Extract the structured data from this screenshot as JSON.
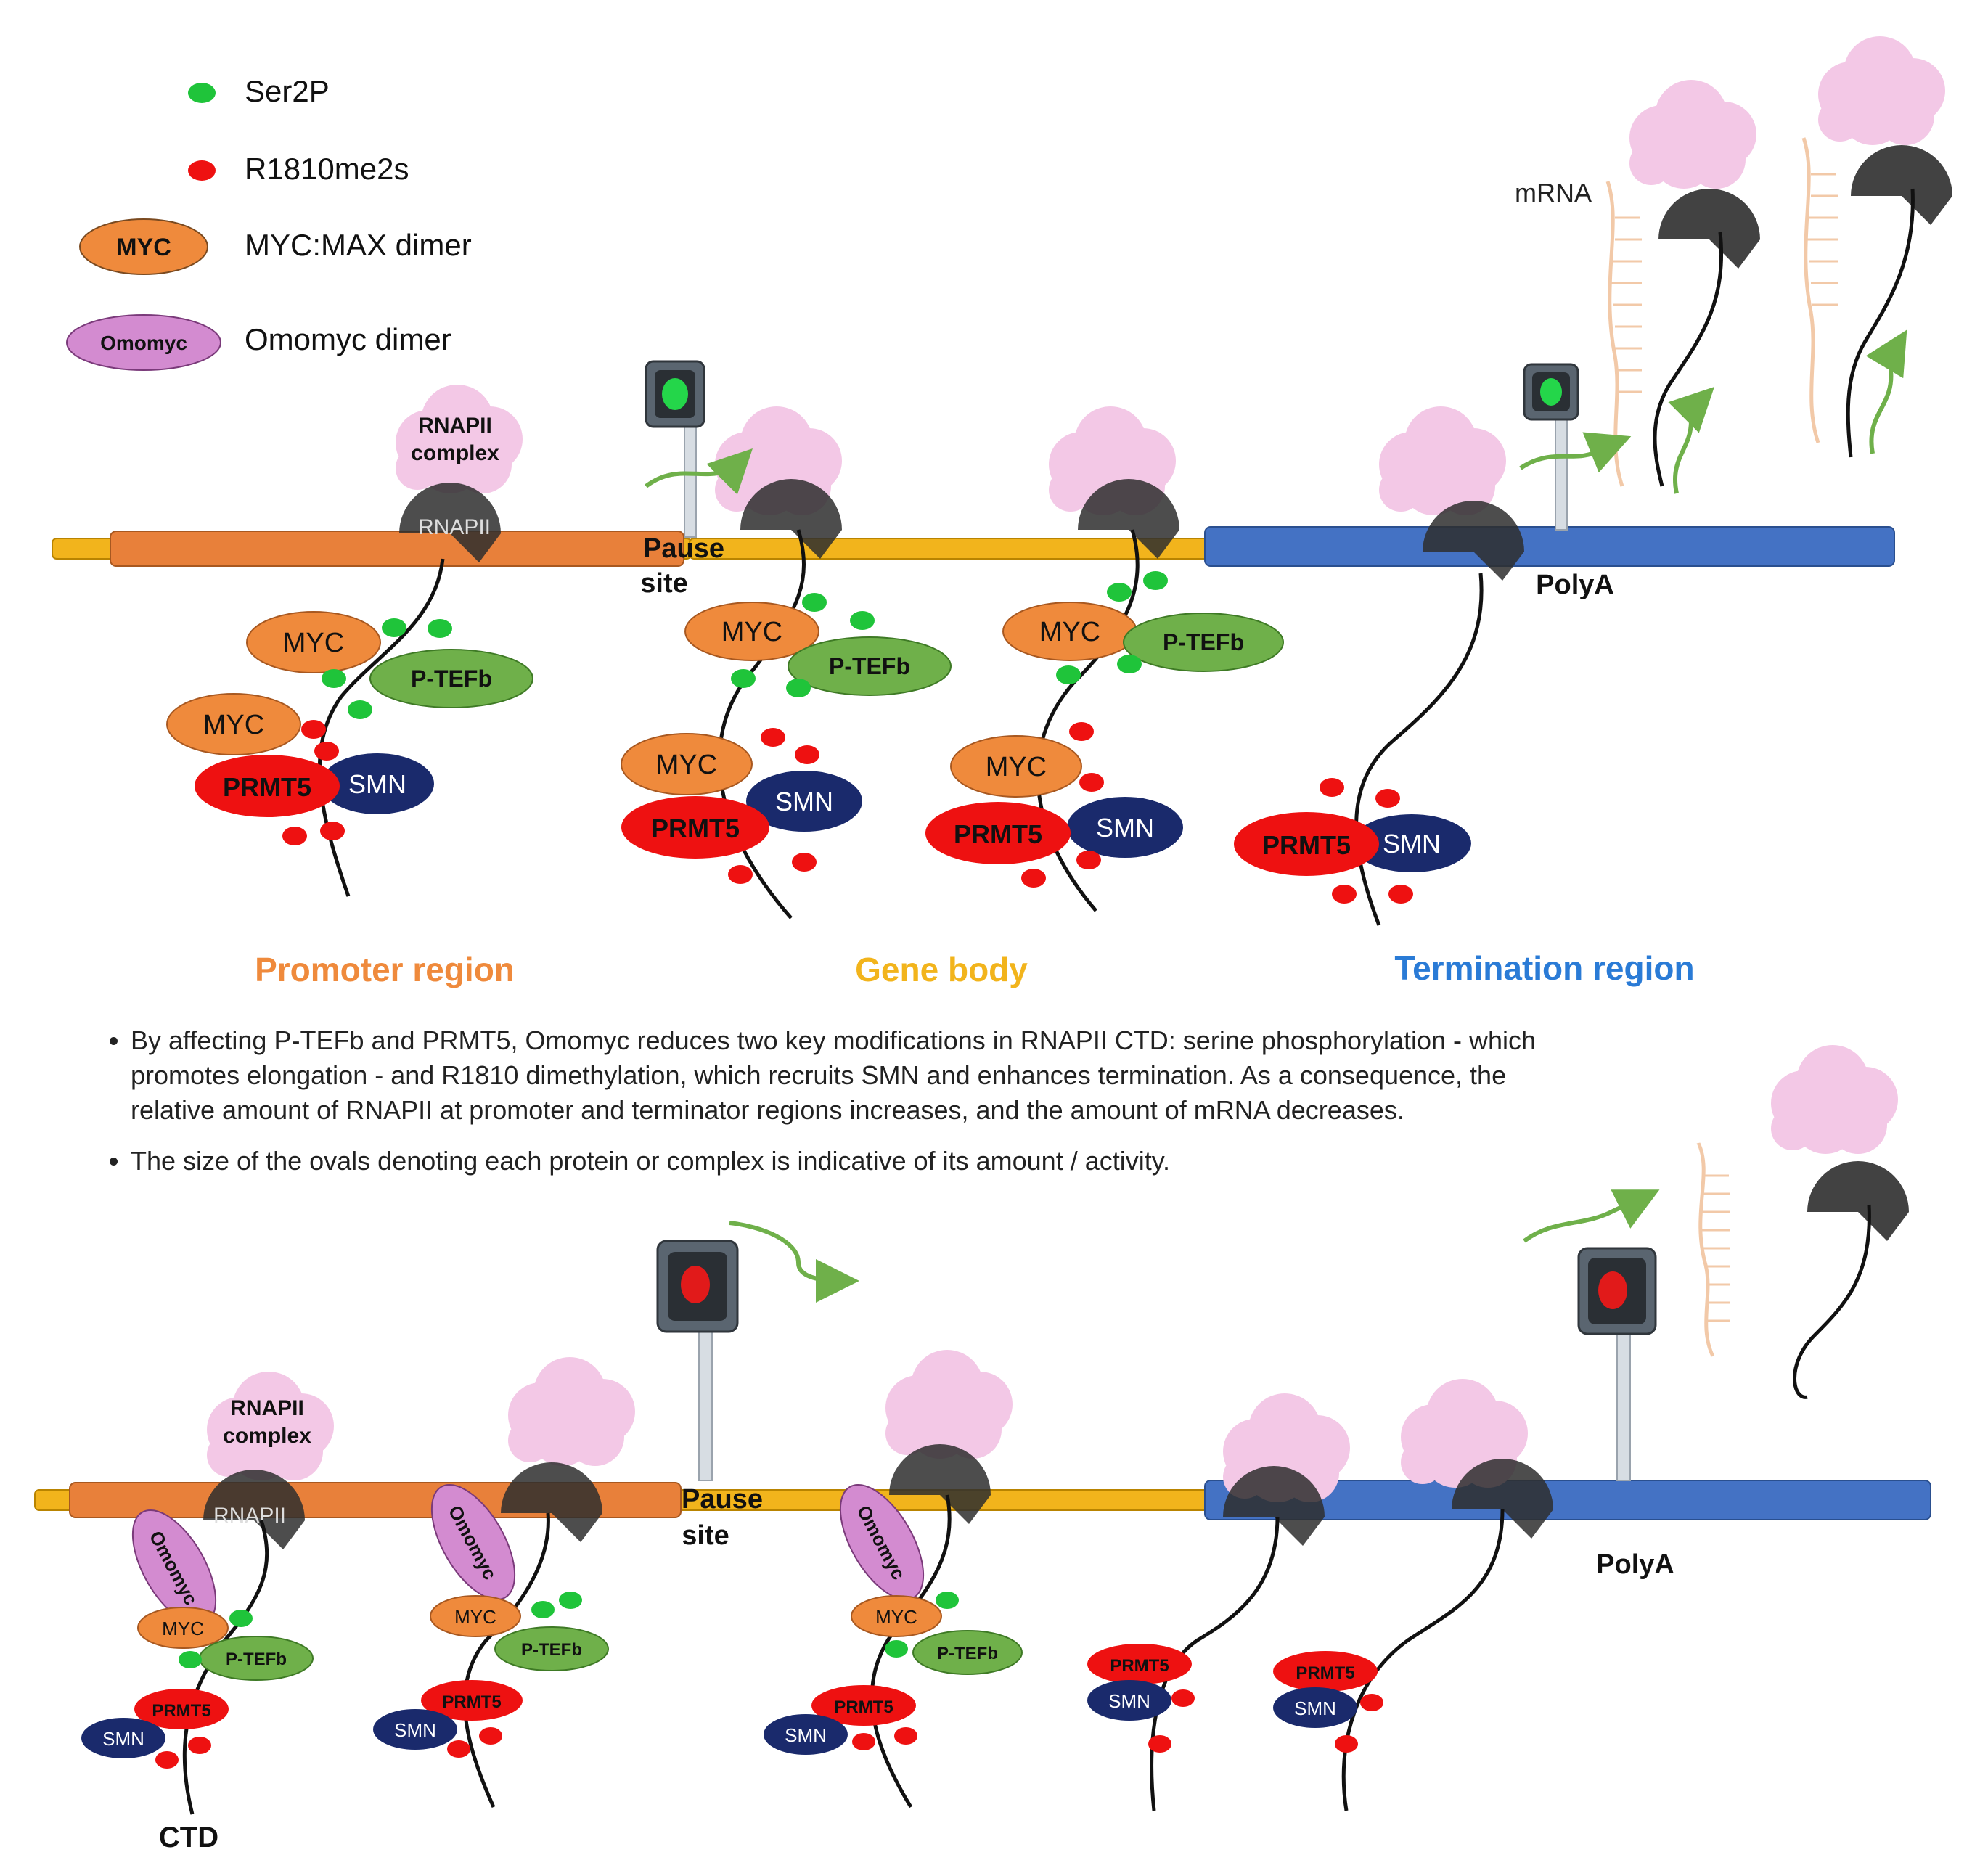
{
  "legend": {
    "ser2p": "Ser2P",
    "r1810": "R1810me2s",
    "myc_shape": "MYC",
    "myc_desc": "MYC:MAX dimer",
    "omomyc_shape": "Omomyc",
    "omomyc_desc": "Omomyc dimer"
  },
  "labels": {
    "rnapii_complex_1": "RNAPII",
    "rnapii_complex_2": "complex",
    "rnapii": "RNAPII",
    "pause_1": "Pause",
    "pause_2": "site",
    "polya": "PolyA",
    "mrna": "mRNA",
    "myc": "MYC",
    "ptefb": "P-TEFb",
    "prmt5": "PRMT5",
    "smn": "SMN",
    "omomyc": "Omomyc",
    "ctd": "CTD"
  },
  "regions": {
    "promoter": "Promoter region",
    "gene_body": "Gene body",
    "termination": "Termination region"
  },
  "bullets": [
    "By affecting P-TEFb and PRMT5, Omomyc reduces two key modifications in RNAPII CTD: serine phosphorylation - which promotes elongation - and R1810 dimethylation, which recruits SMN and enhances termination. As a consequence, the relative amount of RNAPII at promoter and terminator regions increases, and the amount of mRNA decreases.",
    "The size of the ovals denoting each protein or complex is indicative of its amount / activity."
  ],
  "colors": {
    "promoter": "#e8803a",
    "gene_body": "#f2b41c",
    "termination": "#4472c4",
    "myc": "#ef8a3c",
    "ptefb": "#6fb04a",
    "prmt5": "#ee1111",
    "smn": "#1a2a6c",
    "omomyc": "#d38bd0",
    "ser2p": "#1fc43a",
    "r1810": "#ee1111",
    "complex": "#f3c8e6",
    "polymerase": "#2e2e2e",
    "arrow": "#6fb04a",
    "mrna": "#f2c9a8"
  },
  "icons": [
    "traffic-light-green-icon",
    "traffic-light-red-icon",
    "rnapii-complex-cloud-icon",
    "polymerase-icon",
    "arrow-icon",
    "mrna-strand-icon"
  ]
}
